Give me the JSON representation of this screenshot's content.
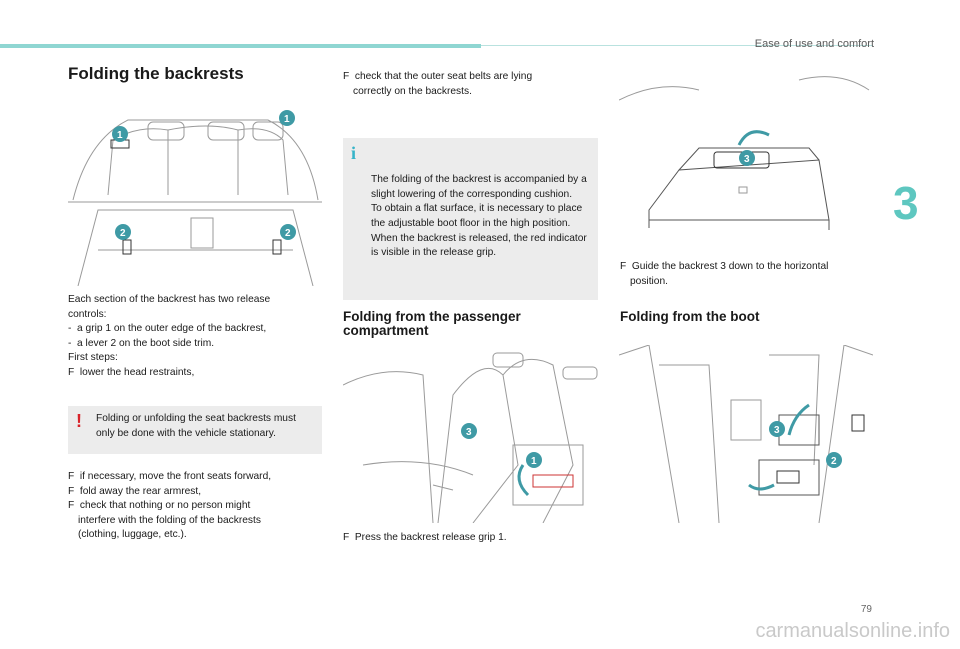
{
  "header": {
    "section": "Ease of use and comfort",
    "chapter": "3"
  },
  "page_number": "79",
  "left": {
    "title": "Folding the backrests",
    "intro": [
      "Each section of the backrest has two release",
      "controls:",
      "-  a grip 1 on the outer edge of the backrest,",
      "-  a lever 2 on the boot side trim.",
      "First steps:",
      "F  lower the head restraints,"
    ],
    "warning": "Folding or unfolding the seat backrests must only be done with the vehicle stationary.",
    "steps": [
      "F  if necessary, move the front seats forward,",
      "F  fold away the rear armrest,",
      "F  check that nothing or no person might",
      "interfere with the folding of the backrests",
      "(clothing, luggage, etc.)."
    ],
    "illustration_labels": [
      "1",
      "1",
      "2",
      "2"
    ]
  },
  "middle": {
    "check": [
      "F  check that the outer seat belts are lying",
      "correctly on the backrests."
    ],
    "info": "The folding of the backrest is accompanied by a slight lowering of the corresponding cushion.\nTo obtain a flat surface, it is necessary to place the adjustable boot floor in the high position.\nWhen the backrest is released, the red indicator is visible in the release grip.",
    "subtitle_1": "Folding from the passenger",
    "subtitle_2": "compartment",
    "illustration_labels": [
      "3",
      "1"
    ],
    "caption": "F  Press the backrest release grip 1."
  },
  "right": {
    "illustration_labels": [
      "3"
    ],
    "guide": [
      "F  Guide the backrest 3 down to the horizontal",
      "position."
    ],
    "subtitle": "Folding from the boot",
    "illustration2_labels": [
      "3",
      "2"
    ]
  },
  "watermark": "carmanualsonline.info"
}
